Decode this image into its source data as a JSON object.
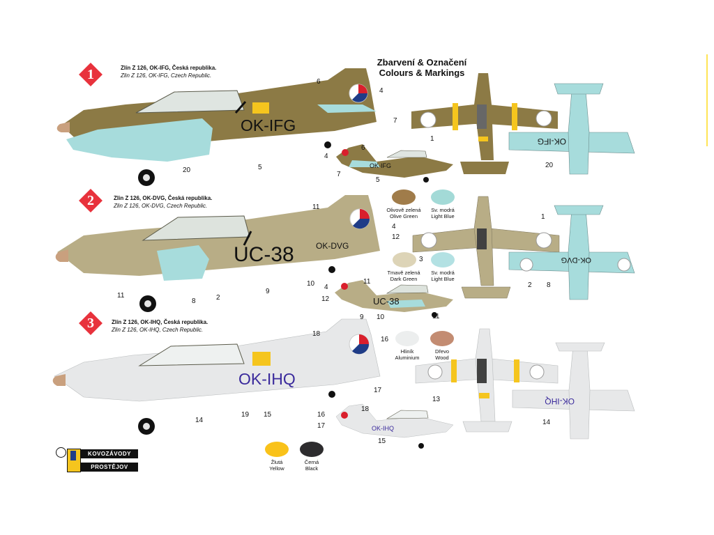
{
  "title": {
    "line1": "Zbarvení & Označení",
    "line2": "Colours & Markings"
  },
  "schemes": [
    {
      "badge": "1",
      "caption_cz": "Zlín Z 126, OK-IFG, Česká republika.",
      "caption_en": "Zlin Z 126, OK-IFG, Czech Republic.",
      "registration": "OK-IFG",
      "mini_registration": "OK-IFG",
      "underside_registration": "OK-IFG"
    },
    {
      "badge": "2",
      "caption_cz": "Zlin Z 126, OK-DVG, Česká republika.",
      "caption_en": "Zlin Z 126, OK-DVG, Czech Republic.",
      "registration": "UC-38",
      "secondary_registration": "OK-DVG",
      "mini_registration": "UC-38",
      "underside_registration": "OK-DVG"
    },
    {
      "badge": "3",
      "caption_cz": "Zlín Z 126, OK-IHQ, Česká republika.",
      "caption_en": "Zlin Z 126, OK-IHQ, Czech Republic.",
      "registration": "OK-IHQ",
      "mini_registration": "OK-IHQ",
      "underside_registration": "OK-IHQ"
    }
  ],
  "callouts": {
    "s1": [
      "6",
      "4",
      "7",
      "20",
      "5",
      "1",
      "6",
      "4",
      "7",
      "5",
      "20"
    ],
    "s2": [
      "11",
      "4",
      "12",
      "10",
      "9",
      "8",
      "2",
      "11",
      "1",
      "3",
      "11",
      "4",
      "12",
      "9",
      "10",
      "11",
      "2",
      "8"
    ],
    "s3": [
      "18",
      "16",
      "17",
      "19",
      "15",
      "14",
      "13",
      "14",
      "18",
      "16",
      "17",
      "15"
    ]
  },
  "swatches": [
    {
      "cz": "Olivově zelená",
      "en": "Olive Green",
      "color": "#a07c4a"
    },
    {
      "cz": "Sv. modrá",
      "en": "Light Blue",
      "color": "#a3dad7"
    },
    {
      "cz": "Tmavě zelená",
      "en": "Dark Green",
      "color": "#ddd4b7"
    },
    {
      "cz": "Sv. modrá",
      "en": "Light Blue",
      "color": "#b3e1e3"
    },
    {
      "cz": "Hliník",
      "en": "Aluminium",
      "color": "#eceeee"
    },
    {
      "cz": "Dřevo",
      "en": "Wood",
      "color": "#c38c72"
    },
    {
      "cz": "Žlutá",
      "en": "Yellow",
      "color": "#f9c21a"
    },
    {
      "cz": "Černá",
      "en": "Black",
      "color": "#2d2c2e"
    }
  ],
  "colors": {
    "olive": "#8c7a45",
    "khaki": "#b8ad86",
    "silver": "#e7e8e9",
    "lightblue": "#a7dcdc",
    "yellow": "#f5c51e",
    "black": "#1f1f22",
    "red": "#d91f2c",
    "roundel_blue": "#1f3c87",
    "prop": "#c9a07e",
    "ihq_blue": "#3a2a9c"
  },
  "logo": {
    "line1": "KOVOZÁVODY",
    "line2": "PROSTĚJOV"
  }
}
